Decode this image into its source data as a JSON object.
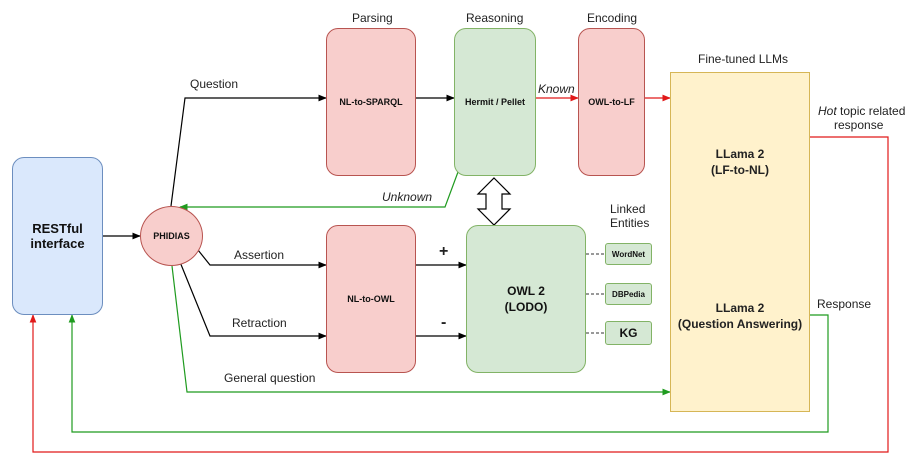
{
  "headings": {
    "parsing": "Parsing",
    "reasoning": "Reasoning",
    "encoding": "Encoding",
    "finetuned": "Fine-tuned LLMs",
    "linked1": "Linked",
    "linked2": "Entities"
  },
  "nodes": {
    "restful": "RESTful interface",
    "phidias": "PHIDIAS",
    "nl_to_sparql": "NL-to-SPARQL",
    "hermit": "Hermit / Pellet",
    "owl_to_lf": "OWL-to-LF",
    "nl_to_owl": "NL-to-OWL",
    "owl2": "OWL 2 (LODO)",
    "llama_lf_title": "LLama 2",
    "llama_lf_sub": "(LF-to-NL)",
    "llama_qa_title": "LLama 2",
    "llama_qa_sub": "(Question Answering)"
  },
  "entities": {
    "wordnet": "WordNet",
    "dbpedia": "DBPedia",
    "kg": "KG"
  },
  "edge_labels": {
    "question": "Question",
    "known": "Known",
    "unknown": "Unknown",
    "assertion": "Assertion",
    "retraction": "Retraction",
    "plus": "+",
    "minus": "-",
    "general_question": "General question",
    "hot_prefix": "Hot",
    "hot_rest": " topic related",
    "response_line2": "response",
    "response": "Response"
  },
  "colors": {
    "pink_fill": "#f8cecc",
    "green_fill": "#d5e8d4",
    "blue_fill": "#dae8fc",
    "yellow_fill": "#fff2cc",
    "red_edge": "#e11919",
    "green_edge": "#1f9b1f"
  }
}
